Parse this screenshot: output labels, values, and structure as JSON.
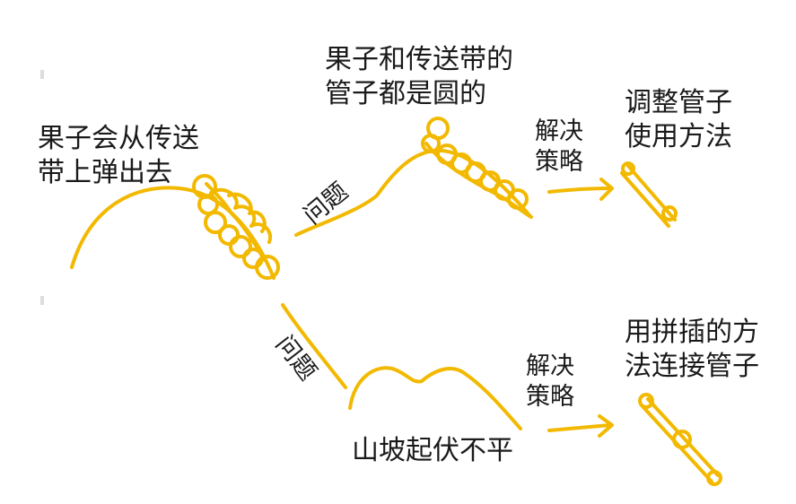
{
  "colors": {
    "stroke": "#f2b900",
    "stroke_light": "#ffd84a",
    "text": "#1a1a1a"
  },
  "labels": {
    "fruit_bounce": [
      "果子会从传送",
      "带上弹出去"
    ],
    "tube_round": [
      "果子和传送带的",
      "管子都是圆的"
    ],
    "adjust_tube": [
      "调整管子",
      "使用方法"
    ],
    "plug_connect": [
      "用拼插的方",
      "法连接管子"
    ],
    "bumpy_slope": "山坡起伏不平",
    "problem_1": "问题",
    "problem_2": "问题",
    "solution_1": [
      "解决",
      "策略"
    ],
    "solution_2": [
      "解决",
      "策略"
    ]
  },
  "icons": [
    "curve-with-fruits-icon",
    "hill-conveyor-icon",
    "straight-tube-icon",
    "bumpy-hill-icon",
    "connected-tube-icon",
    "arrow-icon"
  ]
}
